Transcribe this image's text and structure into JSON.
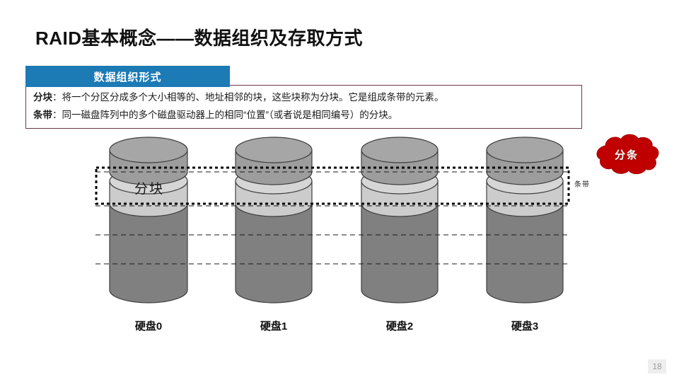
{
  "slide": {
    "title": "RAID基本概念——数据组织及存取方式",
    "page_number": "18"
  },
  "section": {
    "header_label": "数据组织形式",
    "header_bg": "#1c7ab5",
    "box_border": "#6b3a44"
  },
  "definitions": [
    {
      "term": "分块",
      "text": "：将一个分区分成多个大小相等的、地址相邻的块，这些块称为分块。它是组成条带的元素。"
    },
    {
      "term": "条带",
      "text": "：同一磁盘阵列中的多个磁盘驱动器上的相同“位置”（或者说是相同编号）的分块。"
    }
  ],
  "diagram": {
    "block_label": "分块",
    "stripe_label": "条带",
    "cloud_label": "分条",
    "cloud_color": "#c00000",
    "cylinder_body_color": "#808080",
    "cylinder_top_color": "#a6a6a6",
    "cylinder_block_color": "#cccccc",
    "disks": [
      {
        "label": "硬盘0"
      },
      {
        "label": "硬盘1"
      },
      {
        "label": "硬盘2"
      },
      {
        "label": "硬盘3"
      }
    ]
  }
}
